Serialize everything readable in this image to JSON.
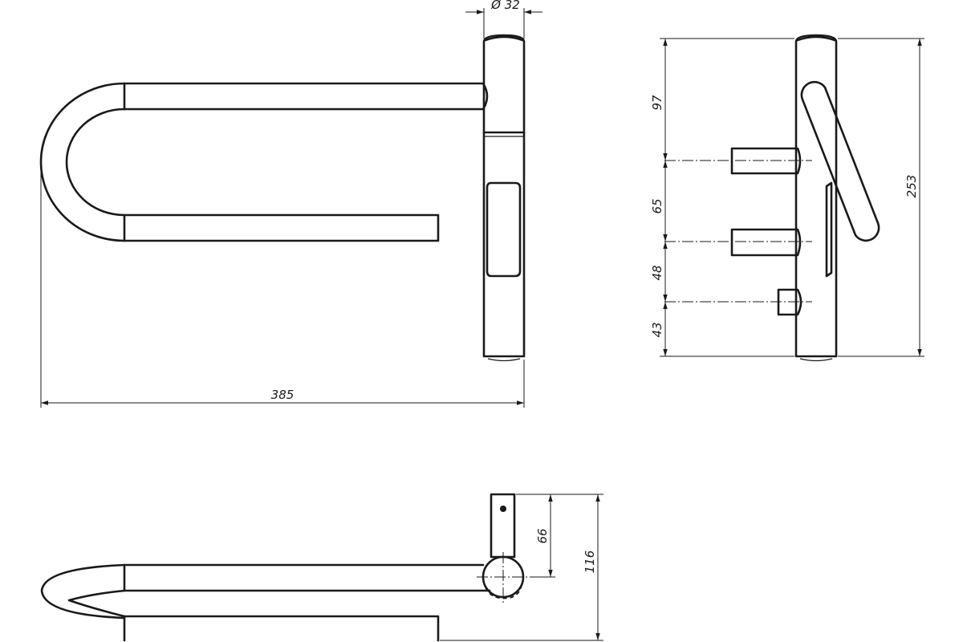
{
  "colors": {
    "line": "#1a1a1a",
    "background": "#ffffff"
  },
  "views": {
    "front": {
      "dim_diameter": "Ø 32",
      "dim_width": "385"
    },
    "side": {
      "dim_top_segment": "97",
      "dim_mid_segment": "65",
      "dim_lower_segment": "48",
      "dim_bottom_segment": "43",
      "dim_total_height": "253"
    },
    "top": {
      "dim_bracket_depth": "66",
      "dim_total_depth": "116"
    }
  }
}
